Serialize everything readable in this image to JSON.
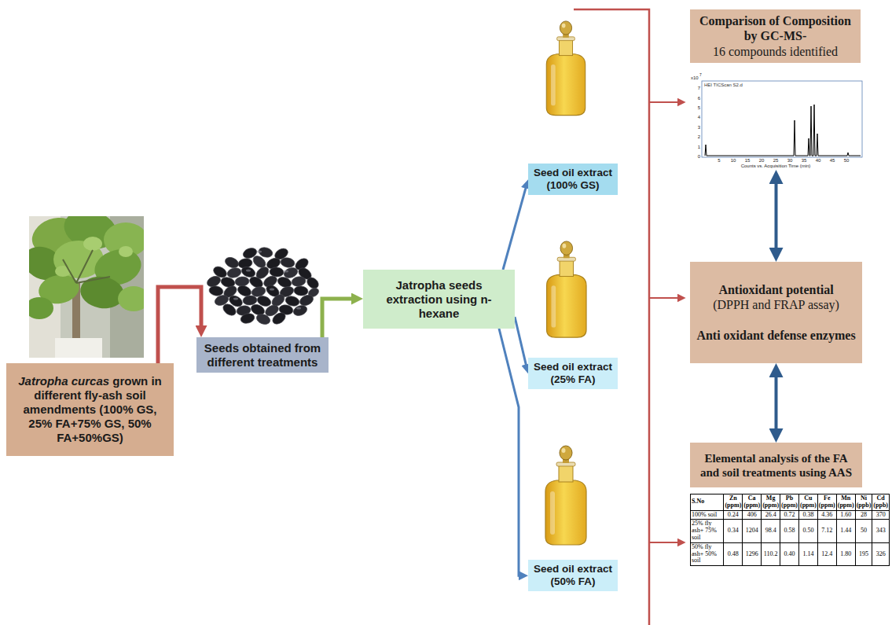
{
  "diagram": {
    "nodes": [
      {
        "text": [
          "Jatropha curcas",
          "grown in different fly-ash soil amendments (100% GS, 25% FA+75% GS, 50% FA+50%GS)"
        ]
      },
      {
        "text": [
          "Seeds obtained from different treatments"
        ]
      },
      {
        "text": [
          "Jatropha seeds extraction using n-hexane"
        ]
      },
      {
        "text": [
          "Seed oil extract (100% GS)"
        ]
      },
      {
        "text": [
          "Seed oil extract (25% FA)"
        ]
      },
      {
        "text": [
          "Seed oil extract (50% FA)"
        ]
      },
      {
        "text": [
          "Comparison of Composition by GC-MS-",
          "16 compounds identified"
        ]
      },
      {
        "text": [
          "HEI TICScan S2.d"
        ]
      },
      {
        "text": [
          "Antioxidant potential",
          "(DPPH and FRAP assay)",
          "Anti oxidant defense enzymes"
        ]
      },
      {
        "text": [
          "Elemental analysis of the FA and soil treatments using AAS"
        ]
      }
    ],
    "edges": [
      {
        "from": 0,
        "to": 1,
        "arrow": "to"
      },
      {
        "from": 1,
        "to": 2,
        "arrow": "to"
      },
      {
        "from": 2,
        "to": 3,
        "arrow": "to"
      },
      {
        "from": 2,
        "to": 4,
        "arrow": "to"
      },
      {
        "from": 2,
        "to": 5,
        "arrow": "to"
      },
      {
        "from": 7,
        "to": 8,
        "arrow": "both"
      },
      {
        "from": 8,
        "to": 9,
        "arrow": "both"
      }
    ],
    "labels": [
      "x10",
      "7",
      "7",
      "6",
      "5",
      "4",
      "3",
      "2",
      "1",
      "0",
      "5",
      "10",
      "15",
      "20",
      "25",
      "30",
      "35",
      "40",
      "45",
      "50",
      "Counts vs. Acquisition Time (min)",
      "S.No",
      "Zn (ppm)",
      "Ca (ppm)",
      "Mg (ppm)",
      "Pb (ppm)",
      "Cu (ppm)",
      "Fe (ppm)",
      "Mn (ppm)",
      "Ni (ppb)",
      "Cd (ppb)",
      "100% soil",
      "0.24",
      "406",
      "26.4",
      "0.72",
      "0.38",
      "4.36",
      "1.60",
      "28",
      "370",
      "25% fly ash+ 75% soil",
      "0.34",
      "1204",
      "98.4",
      "0.58",
      "0.50",
      "7.12",
      "1.44",
      "50",
      "343",
      "50% fly ash+ 50% soil",
      "0.48",
      "1296",
      "110.2",
      "0.40",
      "1.14",
      "12.4",
      "1.80",
      "195",
      "326"
    ]
  }
}
